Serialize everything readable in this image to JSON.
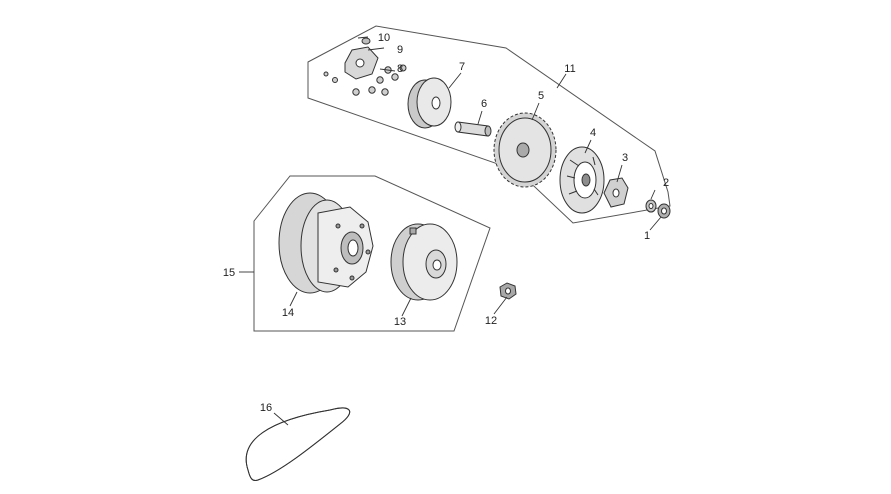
{
  "callouts": [
    {
      "id": "c1",
      "label": "1"
    },
    {
      "id": "c2",
      "label": "2"
    },
    {
      "id": "c3",
      "label": "3"
    },
    {
      "id": "c4",
      "label": "4"
    },
    {
      "id": "c5",
      "label": "5"
    },
    {
      "id": "c6",
      "label": "6"
    },
    {
      "id": "c7",
      "label": "7"
    },
    {
      "id": "c8",
      "label": "8"
    },
    {
      "id": "c9",
      "label": "9"
    },
    {
      "id": "c10",
      "label": "10"
    },
    {
      "id": "c11",
      "label": "11"
    },
    {
      "id": "c12",
      "label": "12"
    },
    {
      "id": "c13",
      "label": "13"
    },
    {
      "id": "c14",
      "label": "14"
    },
    {
      "id": "c15",
      "label": "15"
    },
    {
      "id": "c16",
      "label": "16"
    }
  ],
  "colors": {
    "line": "#333333",
    "part_fill": "#e6e6e6",
    "part_dark": "#9a9a9a",
    "background": "#ffffff"
  }
}
